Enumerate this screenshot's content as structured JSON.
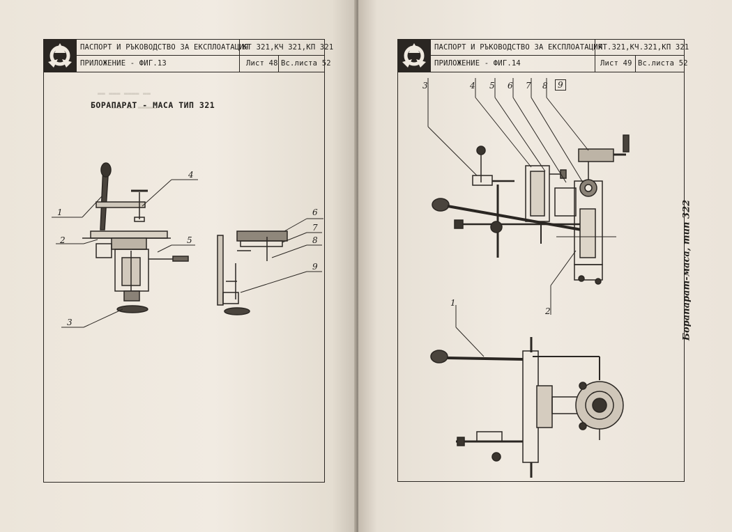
{
  "left_page": {
    "header": {
      "passport_title": "ПАСПОРТ И РЪКОВОДСТВО ЗА ЕКСПЛОАТАЦИЯ",
      "models": "КТ 321,КЧ 321,КП 321",
      "appendix": "ПРИЛОЖЕНИЕ - ФИГ.13",
      "sheet": "Лист 48",
      "total_sheets": "Вс.листа 52"
    },
    "drawing_title": "БОРАПАРАТ - МАСА ТИП 321",
    "callouts": [
      "1",
      "2",
      "3",
      "4",
      "5",
      "6",
      "7",
      "8",
      "9"
    ]
  },
  "right_page": {
    "header": {
      "passport_title": "ПАСПОРТ И РЪКОВОДСТВО ЗА ЕКСПЛОАТАЦИЯ",
      "models": "КТ.321,КЧ.321,КП 321",
      "appendix": "ПРИЛОЖЕНИЕ - ФИГ.14",
      "sheet": "Лист 49",
      "total_sheets": "Вс.листа 52"
    },
    "drawing_title": "Борапарат-маса, тип 322",
    "callouts": [
      "3",
      "4",
      "5",
      "6",
      "7",
      "8",
      "9",
      "2",
      "1"
    ]
  },
  "colors": {
    "ink": "#2a2622",
    "paper": "#efe9df",
    "spine": "#8d857a"
  }
}
